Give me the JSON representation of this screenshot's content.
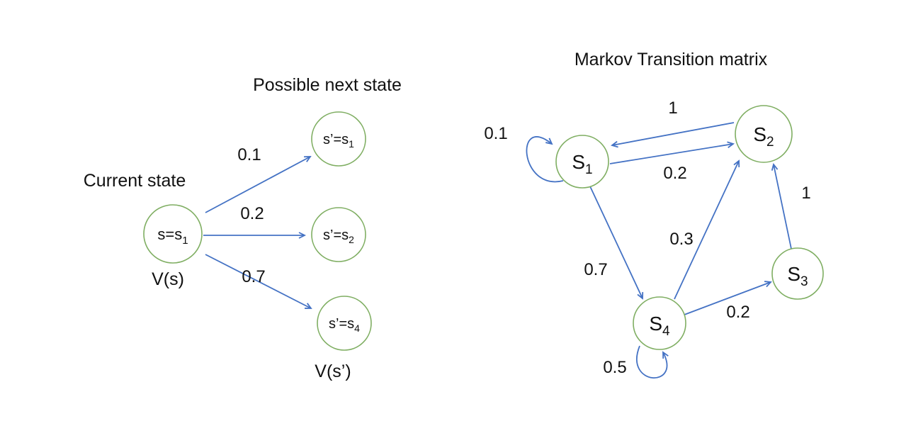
{
  "colors": {
    "node_stroke": "#7fae62",
    "arrow": "#4472c4",
    "text": "#111111",
    "background": "#ffffff"
  },
  "left_diagram": {
    "title": "Possible next state",
    "current_state_label": "Current state",
    "current_node": {
      "main": "s=s",
      "sub": "1"
    },
    "value_label": "V(s)",
    "next_value_label": "V(s’)",
    "transitions": [
      {
        "prob": "0.1",
        "node_main": "s’=s",
        "node_sub": "1"
      },
      {
        "prob": "0.2",
        "node_main": "s’=s",
        "node_sub": "2"
      },
      {
        "prob": "0.7",
        "node_main": "s’=s",
        "node_sub": "4"
      }
    ]
  },
  "right_diagram": {
    "title": "Markov Transition matrix",
    "nodes": [
      {
        "id": "s1",
        "main": "S",
        "sub": "1"
      },
      {
        "id": "s2",
        "main": "S",
        "sub": "2"
      },
      {
        "id": "s3",
        "main": "S",
        "sub": "3"
      },
      {
        "id": "s4",
        "main": "S",
        "sub": "4"
      }
    ],
    "edges": [
      {
        "from": "s1",
        "to": "s1",
        "label": "0.1"
      },
      {
        "from": "s2",
        "to": "s1",
        "label": "1"
      },
      {
        "from": "s1",
        "to": "s2",
        "label": "0.2"
      },
      {
        "from": "s1",
        "to": "s4",
        "label": "0.7"
      },
      {
        "from": "s4",
        "to": "s2",
        "label": "0.3"
      },
      {
        "from": "s3",
        "to": "s2",
        "label": "1"
      },
      {
        "from": "s4",
        "to": "s3",
        "label": "0.2"
      },
      {
        "from": "s4",
        "to": "s4",
        "label": "0.5"
      }
    ]
  }
}
